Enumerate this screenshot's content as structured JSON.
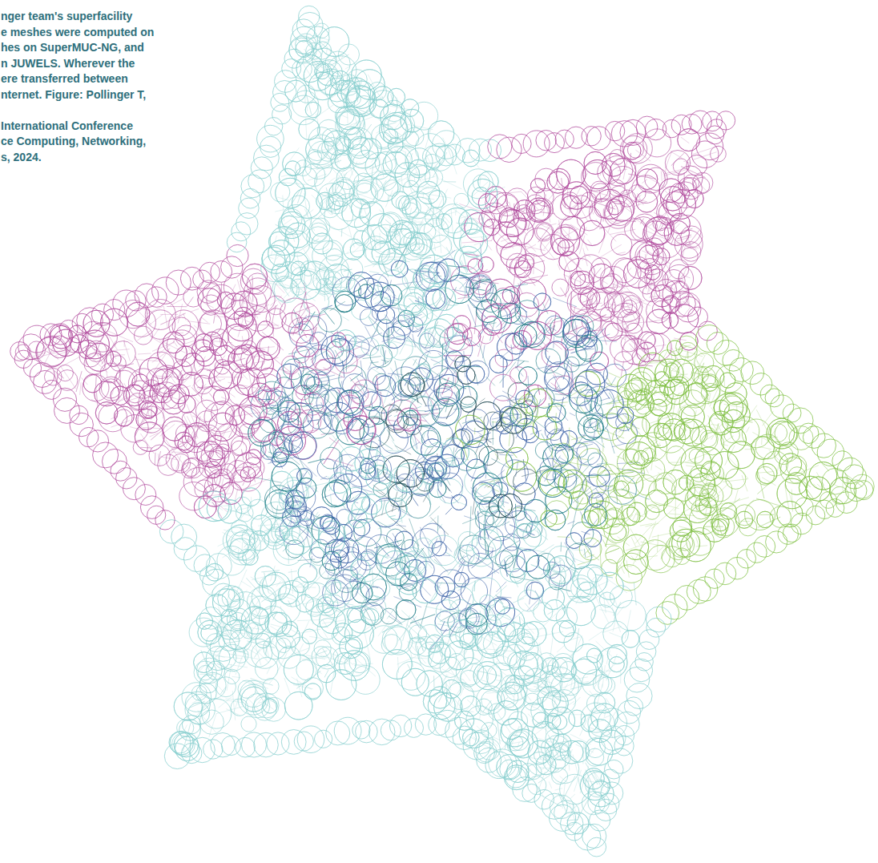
{
  "diagram": {
    "labels": [
      "nger team's superfacility",
      "e meshes were computed on",
      "hes on SuperMUC-NG, and",
      "n JUWELS. Wherever the",
      "ere transferred between",
      "nternet. Figure: Pollinger T,",
      "International Conference",
      "ce Computing, Networking,",
      "s, 2024."
    ]
  }
}
